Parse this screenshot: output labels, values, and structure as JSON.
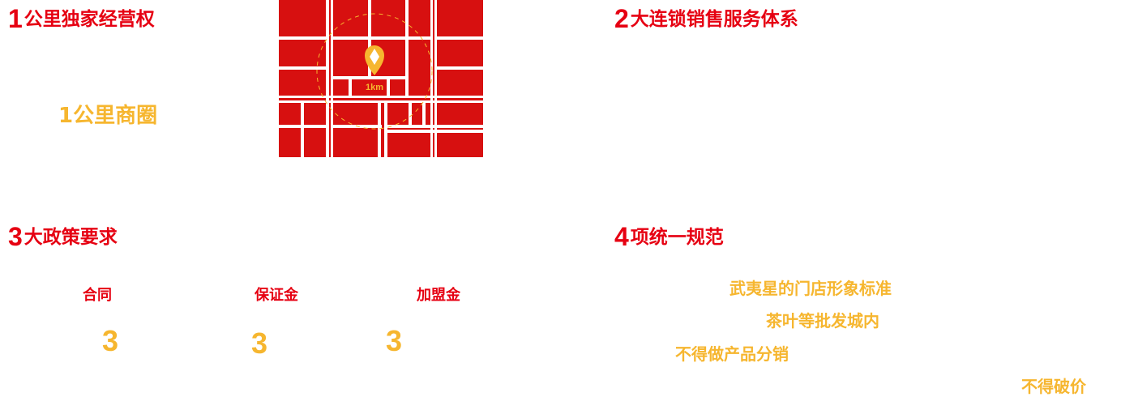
{
  "sections": [
    {
      "num": "1",
      "title": "公里独家经营权",
      "subtitle": "1公里商圈",
      "map_label": "1km"
    },
    {
      "num": "2",
      "title": "大连锁销售服务体系"
    },
    {
      "num": "3",
      "title": "大政策要求",
      "items": [
        {
          "label": "合同",
          "value": "3"
        },
        {
          "label": "保证金",
          "value": "3"
        },
        {
          "label": "加盟金",
          "value": "3"
        }
      ]
    },
    {
      "num": "4",
      "title": "项统一规范",
      "items": [
        "武夷星的门店形象标准",
        "茶叶等批发城内",
        "不得做产品分销",
        "不得破价"
      ]
    }
  ],
  "colors": {
    "red": "#e60012",
    "gold": "#f6b62f",
    "map": "#d71010"
  }
}
